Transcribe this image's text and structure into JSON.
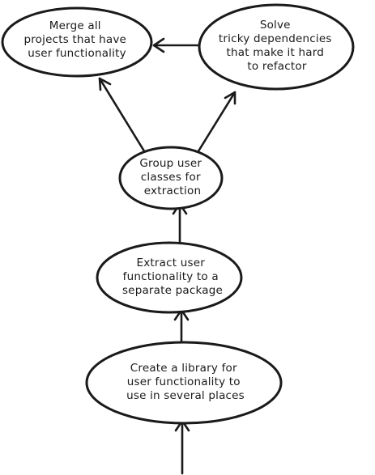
{
  "nodes": {
    "merge": {
      "lines": [
        "Merge all",
        "projects that have",
        "user functionality"
      ]
    },
    "solve": {
      "lines": [
        "Solve",
        "tricky dependencies",
        "that make it hard",
        "to refactor"
      ]
    },
    "group": {
      "lines": [
        "Group user",
        "classes for",
        "extraction"
      ]
    },
    "extract": {
      "lines": [
        "Extract user",
        "functionality to a",
        "separate package"
      ]
    },
    "create": {
      "lines": [
        "Create a library for",
        "user functionality to",
        "use in several places"
      ]
    }
  },
  "edges": [
    {
      "from": "start",
      "to": "create"
    },
    {
      "from": "create",
      "to": "extract"
    },
    {
      "from": "extract",
      "to": "group"
    },
    {
      "from": "group",
      "to": "merge"
    },
    {
      "from": "group",
      "to": "solve"
    },
    {
      "from": "solve",
      "to": "merge"
    }
  ]
}
